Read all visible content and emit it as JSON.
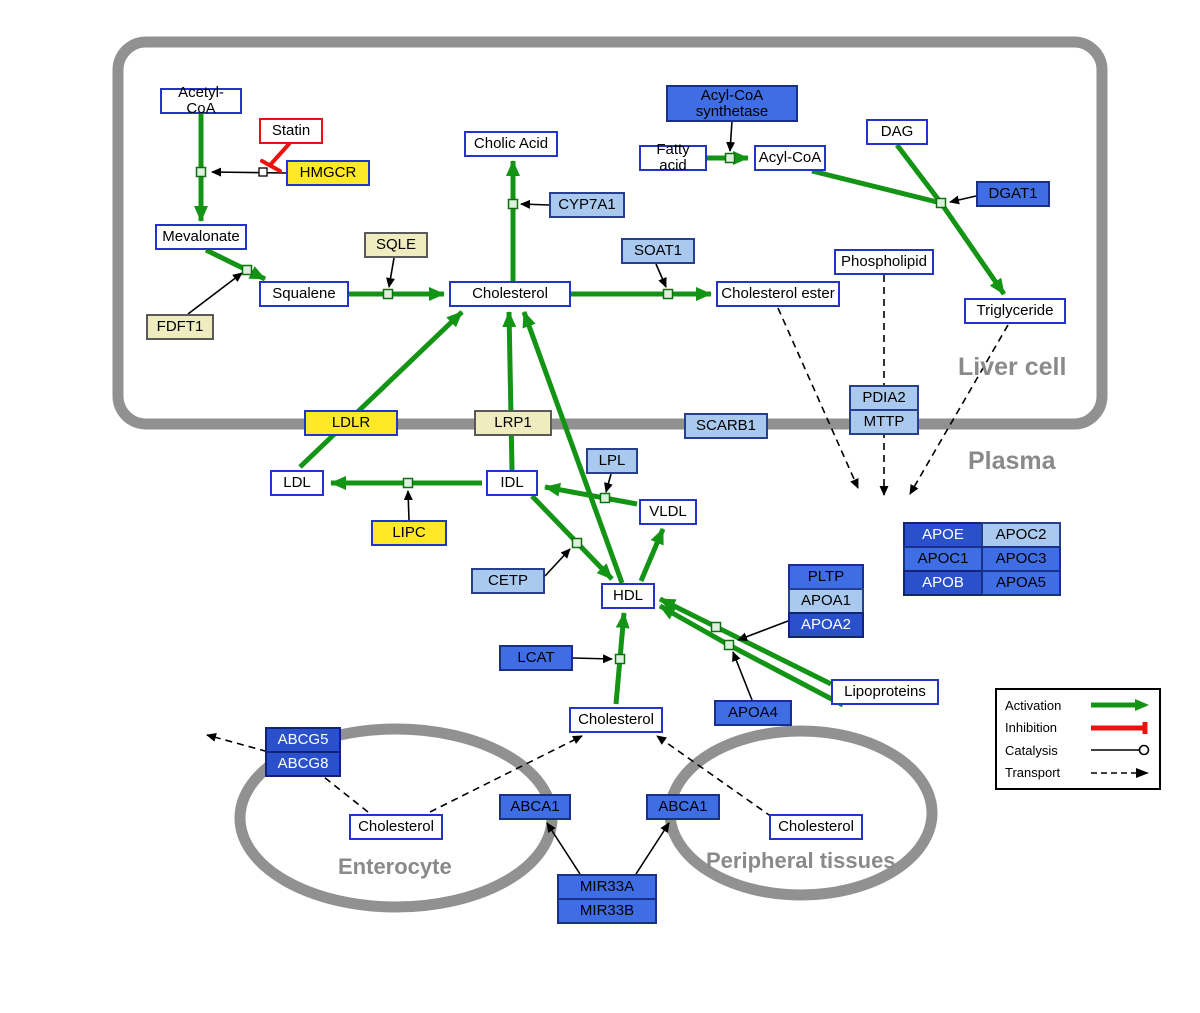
{
  "compartments": {
    "liver": "Liver cell",
    "plasma": "Plasma",
    "enterocyte": "Enterocyte",
    "peripheral": "Peripheral tissues"
  },
  "nodes": {
    "acetyl_coa": "Acetyl-CoA",
    "statin": "Statin",
    "hmgcr": "HMGCR",
    "mevalonate": "Mevalonate",
    "fdft1": "FDFT1",
    "squalene": "Squalene",
    "sqle": "SQLE",
    "cholic_acid": "Cholic Acid",
    "cyp7a1": "CYP7A1",
    "cholesterol_liver": "Cholesterol",
    "soat1": "SOAT1",
    "cholesterol_ester": "Cholesterol ester",
    "acyl_coa_synthetase": "Acyl-CoA synthetase",
    "fatty_acid": "Fatty acid",
    "acyl_coa": "Acyl-CoA",
    "dag": "DAG",
    "dgat1": "DGAT1",
    "phospholipid": "Phospholipid",
    "triglyceride": "Triglyceride",
    "pdia2": "PDIA2",
    "mttp": "MTTP",
    "ldlr": "LDLR",
    "lrp1": "LRP1",
    "scarb1": "SCARB1",
    "ldl": "LDL",
    "idl": "IDL",
    "lpl": "LPL",
    "vldl": "VLDL",
    "lipc": "LIPC",
    "cetp": "CETP",
    "hdl": "HDL",
    "pltp": "PLTP",
    "apoa1": "APOA1",
    "apoa2": "APOA2",
    "lcat": "LCAT",
    "apoa4": "APOA4",
    "lipoproteins": "Lipoproteins",
    "apoe": "APOE",
    "apoc2": "APOC2",
    "apoc1": "APOC1",
    "apoc3": "APOC3",
    "apob": "APOB",
    "apoa5": "APOA5",
    "cholesterol_plasma": "Cholesterol",
    "abcg5": "ABCG5",
    "abcg8": "ABCG8",
    "cholesterol_enterocyte": "Cholesterol",
    "abca1_enterocyte": "ABCA1",
    "abca1_peripheral": "ABCA1",
    "cholesterol_peripheral": "Cholesterol",
    "mir33a": "MIR33A",
    "mir33b": "MIR33B"
  },
  "legend": {
    "activation": "Activation",
    "inhibition": "Inhibition",
    "catalysis": "Catalysis",
    "transport": "Transport"
  },
  "colors": {
    "activation": "#149414",
    "inhibition": "#ee1111",
    "catalysis": "#000000",
    "transport": "#000000",
    "compartment": "#919191",
    "gene_yellow": "#ffe926",
    "gene_light_blue": "#a9c9ef",
    "gene_royal_blue": "#3f6de4",
    "gene_dark_blue": "#2a50cc"
  }
}
